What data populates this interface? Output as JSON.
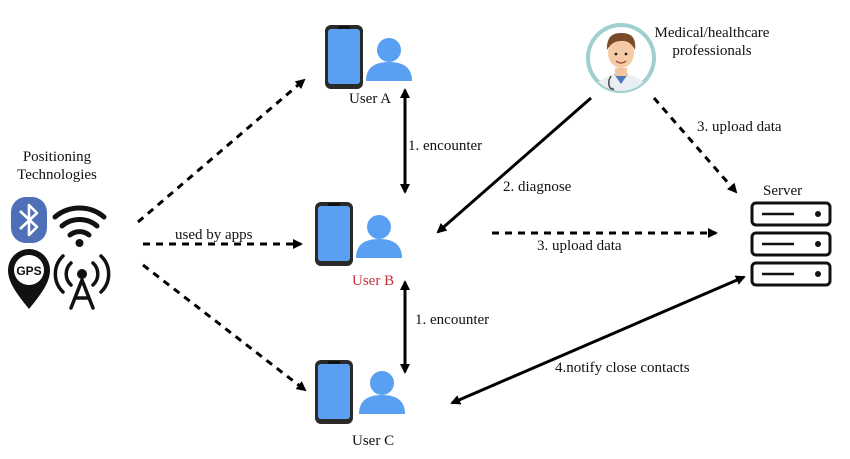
{
  "positioning": {
    "title_line1": "Positioning",
    "title_line2": "Technologies",
    "gps_badge": "GPS",
    "icons": [
      "bluetooth-icon",
      "wifi-icon",
      "gps-pin-icon",
      "radio-tower-icon"
    ]
  },
  "users": {
    "a": {
      "label": "User A"
    },
    "b": {
      "label": "User B",
      "color": "#c0313a"
    },
    "c": {
      "label": "User C"
    }
  },
  "doctor": {
    "label_line1": "Medical/healthcare",
    "label_line2": "professionals"
  },
  "server": {
    "label": "Server"
  },
  "edges": {
    "used_by_apps": "used by apps",
    "encounter_ab": "1. encounter",
    "encounter_bc": "1. encounter",
    "diagnose": "2. diagnose",
    "upload_from_doctor": "3. upload data",
    "upload_from_b": "3. upload data",
    "notify": "4.notify close contacts"
  },
  "colors": {
    "phone_blue": "#5aa0f2",
    "person_blue": "#5aa0f2",
    "phone_edge": "#1a1a1a",
    "doctor_ring": "#9fd0cf"
  }
}
